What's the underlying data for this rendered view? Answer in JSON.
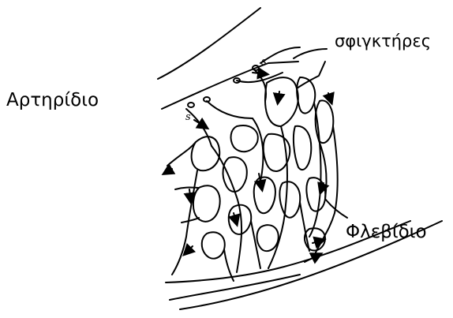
{
  "labels": {
    "sphincters": "σφιγκτήρες",
    "arteriole": "Αρτηρίδιο",
    "venule": "Φλεβίδιο",
    "sphincter_mark": "s"
  },
  "colors": {
    "ink": "#000000",
    "background": "#ffffff"
  }
}
